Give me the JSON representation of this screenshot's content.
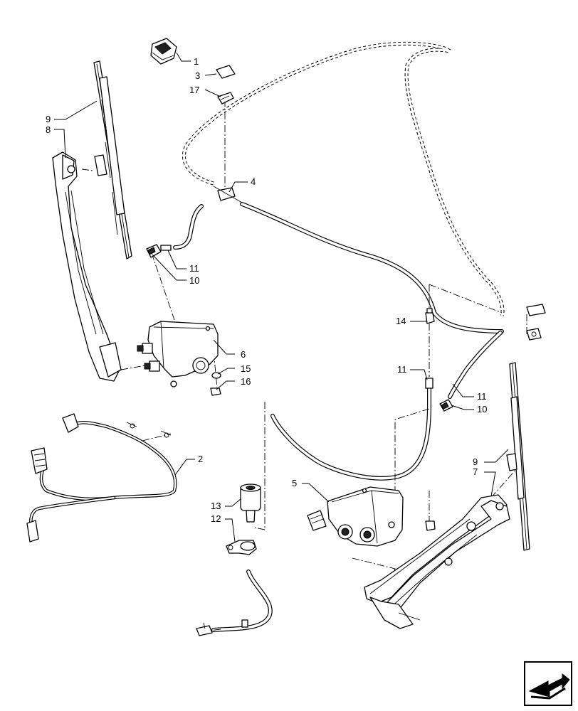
{
  "callouts": [
    {
      "id": "c1",
      "text": "1"
    },
    {
      "id": "c3",
      "text": "3"
    },
    {
      "id": "c17",
      "text": "17"
    },
    {
      "id": "c9a",
      "text": "9"
    },
    {
      "id": "c8",
      "text": "8"
    },
    {
      "id": "c4",
      "text": "4"
    },
    {
      "id": "c11a",
      "text": "11"
    },
    {
      "id": "c10a",
      "text": "10"
    },
    {
      "id": "c6",
      "text": "6"
    },
    {
      "id": "c15",
      "text": "15"
    },
    {
      "id": "c16",
      "text": "16"
    },
    {
      "id": "c2",
      "text": "2"
    },
    {
      "id": "c14",
      "text": "14"
    },
    {
      "id": "c11b",
      "text": "11"
    },
    {
      "id": "c11c",
      "text": "11"
    },
    {
      "id": "c10b",
      "text": "10"
    },
    {
      "id": "c9b",
      "text": "9"
    },
    {
      "id": "c7",
      "text": "7"
    },
    {
      "id": "c5",
      "text": "5"
    },
    {
      "id": "c13",
      "text": "13"
    },
    {
      "id": "c12",
      "text": "12"
    }
  ],
  "icons": {
    "nav": "arrow-navigation-icon"
  }
}
